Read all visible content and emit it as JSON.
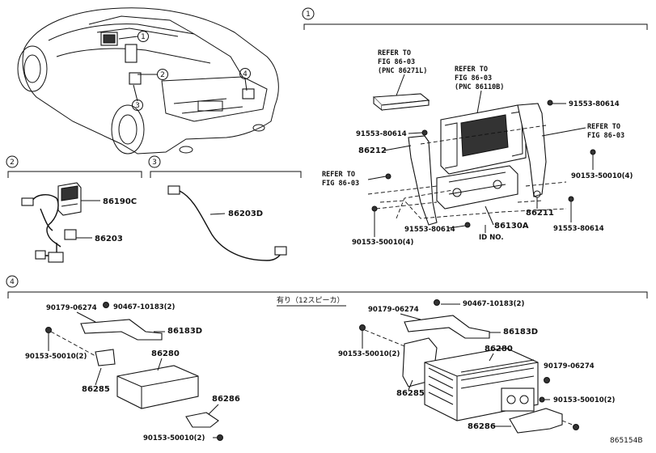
{
  "diagram_id": "865154B",
  "sections": [
    {
      "num": "1"
    },
    {
      "num": "2"
    },
    {
      "num": "3"
    },
    {
      "num": "4"
    }
  ],
  "car_callouts": [
    "1",
    "2",
    "3",
    "4"
  ],
  "section1": {
    "refs": [
      {
        "l1": "REFER TO",
        "l2": "FIG 86-03",
        "l3": "(PNC 86271L)"
      },
      {
        "l1": "REFER TO",
        "l2": "FIG 86-03",
        "l3": "(PNC 86110B)"
      },
      {
        "l1": "REFER TO",
        "l2": "FIG 86-03"
      },
      {
        "l1": "REFER TO",
        "l2": "FIG 86-03"
      }
    ],
    "parts": {
      "p1": "91553-80614",
      "p2": "91553-80614",
      "p3": "86212",
      "p4": "90153-50010(4)",
      "p5": "86211",
      "p6": "86130A",
      "p7": "91553-80614",
      "p8": "90153-50010(4)",
      "p9": "91553-80614",
      "id_no": "ID NO."
    }
  },
  "section2": {
    "parts": {
      "a": "86190C",
      "b": "86203"
    }
  },
  "section3": {
    "parts": {
      "a": "86203D"
    }
  },
  "section4": {
    "note": "有り（12スピーカ）",
    "left": {
      "a": "90179-06274",
      "b": "90467-10183(2)",
      "c": "86183D",
      "d": "90153-50010(2)",
      "e": "86280",
      "f": "86285",
      "g": "86286",
      "h": "90153-50010(2)"
    },
    "right": {
      "a": "90179-06274",
      "b": "90467-10183(2)",
      "c": "86183D",
      "d": "90153-50010(2)",
      "e": "86280",
      "f": "90179-06274",
      "g": "86285",
      "h": "90153-50010(2)",
      "i": "86286"
    }
  }
}
